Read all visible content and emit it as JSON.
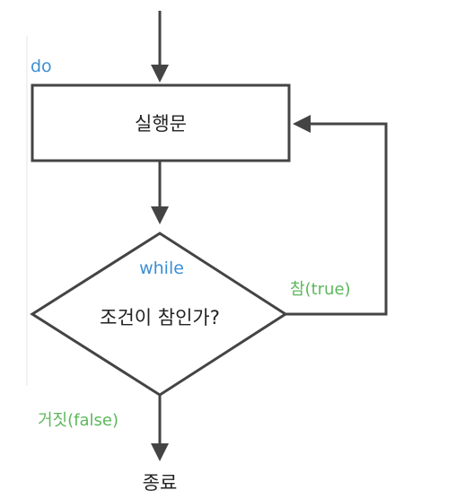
{
  "diagram": {
    "keywords": {
      "do": "do",
      "while": "while"
    },
    "nodes": {
      "statement": "실행문",
      "condition": "조건이 참인가?",
      "end": "종료"
    },
    "branches": {
      "true_label": "참(true)",
      "false_label": "거짓(false)"
    },
    "colors": {
      "stroke": "#444444",
      "text": "#222222",
      "keyword": "#3d8fd4",
      "branch": "#5cb85c"
    }
  }
}
